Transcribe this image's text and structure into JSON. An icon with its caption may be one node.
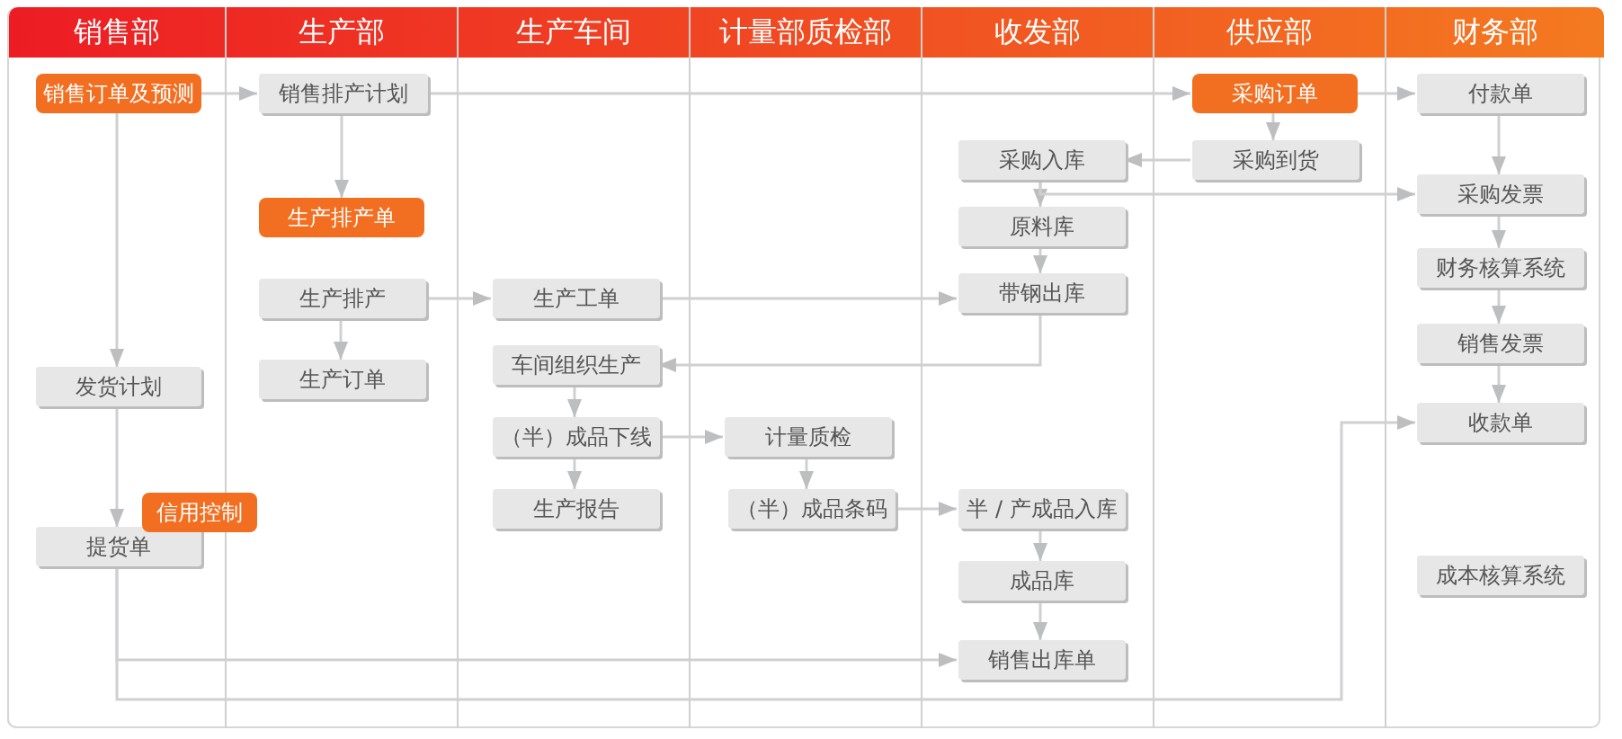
{
  "diagram": {
    "nodes": [
      {
        "text": [
          "销售部"
        ]
      },
      {
        "text": [
          "生产部"
        ]
      },
      {
        "text": [
          "生产车间"
        ]
      },
      {
        "text": [
          "计量部质检部"
        ]
      },
      {
        "text": [
          "收发部"
        ]
      },
      {
        "text": [
          "供应部"
        ]
      },
      {
        "text": [
          "财务部"
        ]
      },
      {
        "text": [
          "销售订单及预测"
        ],
        "in": 0
      },
      {
        "text": [
          "销售排产计划"
        ],
        "in": 1
      },
      {
        "text": [
          "采购订单"
        ],
        "in": 5
      },
      {
        "text": [
          "付款单"
        ],
        "in": 6
      },
      {
        "text": [
          "采购入库"
        ],
        "in": 4
      },
      {
        "text": [
          "采购到货"
        ],
        "in": 5
      },
      {
        "text": [
          "采购发票"
        ],
        "in": 6
      },
      {
        "text": [
          "生产排产单"
        ],
        "in": 1
      },
      {
        "text": [
          "原料库"
        ],
        "in": 4
      },
      {
        "text": [
          "财务核算系统"
        ],
        "in": 6
      },
      {
        "text": [
          "生产排产"
        ],
        "in": 1
      },
      {
        "text": [
          "生产工单"
        ],
        "in": 2
      },
      {
        "text": [
          "带钢出库"
        ],
        "in": 4
      },
      {
        "text": [
          "车间组织生产"
        ],
        "in": 2
      },
      {
        "text": [
          "销售发票"
        ],
        "in": 6
      },
      {
        "text": [
          "发货计划"
        ],
        "in": 0
      },
      {
        "text": [
          "生产订单"
        ],
        "in": 1
      },
      {
        "text": [
          "（半）成品下线"
        ],
        "in": 2
      },
      {
        "text": [
          "计量质检"
        ],
        "in": 3
      },
      {
        "text": [
          "收款单"
        ],
        "in": 6
      },
      {
        "text": [
          "信用控制"
        ]
      },
      {
        "text": [
          "生产报告"
        ],
        "in": 2
      },
      {
        "text": [
          "（半）成品条码"
        ],
        "in": 3
      },
      {
        "text": [
          "半 / 产成品入库"
        ],
        "in": 4
      },
      {
        "text": [
          "提货单"
        ],
        "in": 0
      },
      {
        "text": [
          "成品库"
        ],
        "in": 4
      },
      {
        "text": [
          "成本核算系统"
        ],
        "in": 6
      },
      {
        "text": [
          "销售出库单"
        ],
        "in": 4
      }
    ],
    "edges": [
      {
        "from": 7,
        "to": 8,
        "arrow": "to"
      },
      {
        "from": 7,
        "to": 22,
        "arrow": "to"
      },
      {
        "from": 8,
        "to": 9,
        "arrow": "to"
      },
      {
        "from": 8,
        "to": 14,
        "arrow": "to"
      },
      {
        "from": 9,
        "to": 10,
        "arrow": "to"
      },
      {
        "from": 9,
        "to": 12,
        "arrow": "to"
      },
      {
        "from": 10,
        "to": 13,
        "arrow": "to"
      },
      {
        "from": 12,
        "to": 11,
        "arrow": "to"
      },
      {
        "from": 11,
        "to": 15,
        "arrow": "to"
      },
      {
        "from": 11,
        "to": 13,
        "arrow": "to"
      },
      {
        "from": 15,
        "to": 19,
        "arrow": "to"
      },
      {
        "from": 13,
        "to": 16,
        "arrow": "to"
      },
      {
        "from": 16,
        "to": 21,
        "arrow": "to"
      },
      {
        "from": 21,
        "to": 26,
        "arrow": "to"
      },
      {
        "from": 17,
        "to": 18,
        "arrow": "to"
      },
      {
        "from": 17,
        "to": 23,
        "arrow": "to"
      },
      {
        "from": 18,
        "to": 19,
        "arrow": "to"
      },
      {
        "from": 19,
        "to": 20,
        "arrow": "to"
      },
      {
        "from": 20,
        "to": 24,
        "arrow": "to"
      },
      {
        "from": 24,
        "to": 28,
        "arrow": "to"
      },
      {
        "from": 24,
        "to": 25,
        "arrow": "to"
      },
      {
        "from": 25,
        "to": 29,
        "arrow": "to"
      },
      {
        "from": 29,
        "to": 30,
        "arrow": "to"
      },
      {
        "from": 30,
        "to": 32,
        "arrow": "to"
      },
      {
        "from": 32,
        "to": 34,
        "arrow": "to"
      },
      {
        "from": 22,
        "to": 31,
        "arrow": "to"
      },
      {
        "from": 31,
        "to": 34,
        "arrow": "to"
      },
      {
        "from": 31,
        "to": 26,
        "arrow": "to"
      }
    ]
  }
}
